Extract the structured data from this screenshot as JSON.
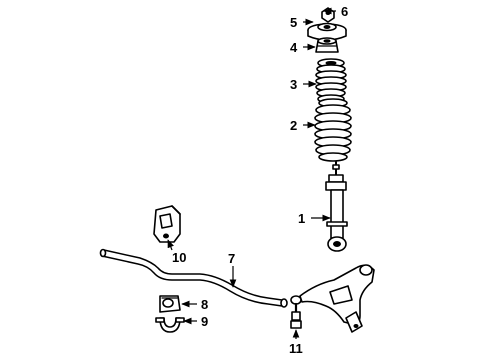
{
  "diagram": {
    "callouts": [
      {
        "id": "1",
        "label": "1"
      },
      {
        "id": "2",
        "label": "2"
      },
      {
        "id": "3",
        "label": "3"
      },
      {
        "id": "4",
        "label": "4"
      },
      {
        "id": "5",
        "label": "5"
      },
      {
        "id": "6",
        "label": "6"
      },
      {
        "id": "7",
        "label": "7"
      },
      {
        "id": "8",
        "label": "8"
      },
      {
        "id": "9",
        "label": "9"
      },
      {
        "id": "10",
        "label": "10"
      },
      {
        "id": "11",
        "label": "11"
      }
    ],
    "parts": [
      {
        "callout": "1",
        "name": "shock-absorber"
      },
      {
        "callout": "2",
        "name": "coil-spring"
      },
      {
        "callout": "3",
        "name": "dust-boot"
      },
      {
        "callout": "4",
        "name": "bump-stop"
      },
      {
        "callout": "5",
        "name": "upper-mount"
      },
      {
        "callout": "6",
        "name": "mount-nut"
      },
      {
        "callout": "7",
        "name": "stabilizer-bar"
      },
      {
        "callout": "8",
        "name": "bar-bushing"
      },
      {
        "callout": "9",
        "name": "bushing-clamp"
      },
      {
        "callout": "10",
        "name": "bracket"
      },
      {
        "callout": "11",
        "name": "stabilizer-link"
      }
    ]
  }
}
